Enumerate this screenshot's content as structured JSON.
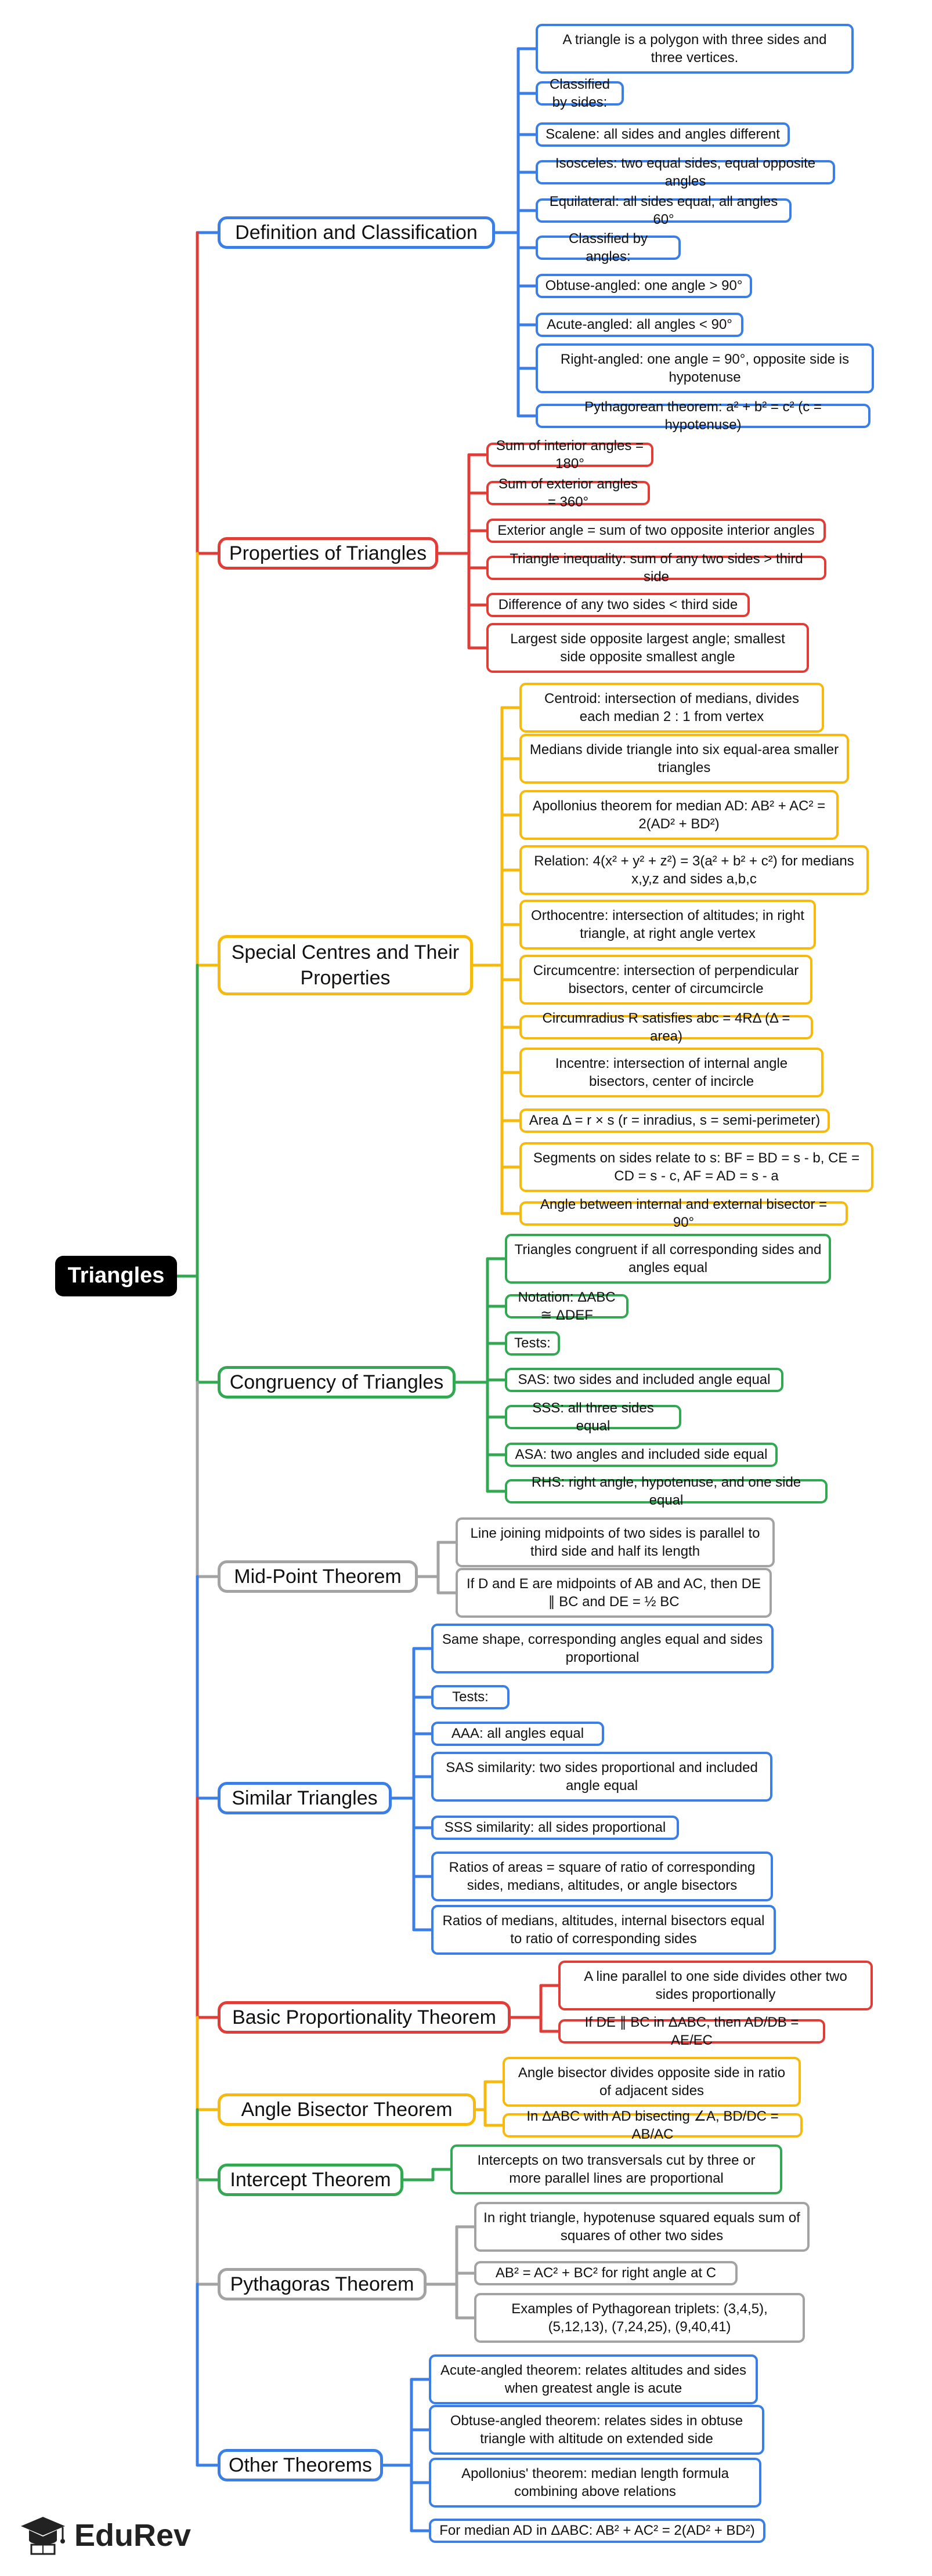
{
  "colors": {
    "blue": "#3a7ee8",
    "red": "#e23c36",
    "yellow": "#f7b90c",
    "green": "#33a852",
    "gray": "#a3a3a3"
  },
  "root": {
    "label": "Triangles"
  },
  "branches": [
    {
      "id": "definition",
      "label": "Definition and Classification",
      "color": "blue",
      "children": [
        "A triangle is a polygon with three sides and three vertices.",
        "Classified by sides:",
        "Scalene: all sides and angles different",
        "Isosceles: two equal sides, equal opposite angles",
        "Equilateral: all sides equal, all angles 60°",
        "Classified by angles:",
        "Obtuse-angled: one angle > 90°",
        "Acute-angled: all angles < 90°",
        "Right-angled: one angle = 90°, opposite side is hypotenuse",
        "Pythagorean theorem: a² + b² = c² (c = hypotenuse)"
      ]
    },
    {
      "id": "properties",
      "label": "Properties of Triangles",
      "color": "red",
      "children": [
        "Sum of interior angles = 180°",
        "Sum of exterior angles = 360°",
        "Exterior angle = sum of two opposite interior angles",
        "Triangle inequality: sum of any two sides > third side",
        "Difference of any two sides < third side",
        "Largest side opposite largest angle; smallest side opposite smallest angle"
      ]
    },
    {
      "id": "centres",
      "label": "Special Centres and Their Properties",
      "color": "yellow",
      "children": [
        "Centroid: intersection of medians, divides each median 2 : 1 from vertex",
        "Medians divide triangle into six equal-area smaller triangles",
        "Apollonius theorem for median AD: AB² + AC² = 2(AD² + BD²)",
        "Relation: 4(x² + y² + z²) = 3(a² + b² + c²) for medians x,y,z and sides a,b,c",
        "Orthocentre: intersection of altitudes; in right triangle, at right angle vertex",
        "Circumcentre: intersection of perpendicular bisectors, center of circumcircle",
        "Circumradius R satisfies abc = 4RΔ (Δ = area)",
        "Incentre: intersection of internal angle bisectors, center of incircle",
        "Area Δ = r × s (r = inradius, s = semi-perimeter)",
        "Segments on sides relate to s: BF = BD = s - b, CE = CD = s - c, AF = AD = s - a",
        "Angle between internal and external bisector = 90°"
      ]
    },
    {
      "id": "congruency",
      "label": "Congruency of Triangles",
      "color": "green",
      "children": [
        "Triangles congruent if all corresponding sides and angles equal",
        "Notation: ΔABC ≅ ΔDEF",
        "Tests:",
        "SAS: two sides and included angle equal",
        "SSS: all three sides equal",
        "ASA: two angles and included side equal",
        "RHS: right angle, hypotenuse, and one side equal"
      ]
    },
    {
      "id": "midpoint",
      "label": "Mid-Point Theorem",
      "color": "gray",
      "children": [
        "Line joining midpoints of two sides is parallel to third side and half its length",
        "If D and E are midpoints of AB and AC, then DE ∥ BC and DE = ½ BC"
      ]
    },
    {
      "id": "similar",
      "label": "Similar Triangles",
      "color": "blue",
      "children": [
        "Same shape, corresponding angles equal and sides proportional",
        "Tests:",
        "AAA: all angles equal",
        "SAS similarity: two sides proportional and included angle equal",
        "SSS similarity: all sides proportional",
        "Ratios of areas = square of ratio of corresponding sides, medians, altitudes, or angle bisectors",
        "Ratios of medians, altitudes, internal bisectors equal to ratio of corresponding sides"
      ]
    },
    {
      "id": "bpt",
      "label": "Basic Proportionality Theorem",
      "color": "red",
      "children": [
        "A line parallel to one side divides other two sides proportionally",
        "If DE ∥ BC in ΔABC, then AD/DB = AE/EC"
      ]
    },
    {
      "id": "bisector",
      "label": "Angle Bisector Theorem",
      "color": "yellow",
      "children": [
        "Angle bisector divides opposite side in ratio of adjacent sides",
        "In ΔABC with AD bisecting ∠A, BD/DC = AB/AC"
      ]
    },
    {
      "id": "intercept",
      "label": "Intercept Theorem",
      "color": "green",
      "children": [
        "Intercepts on two transversals cut by three or more parallel lines are proportional"
      ]
    },
    {
      "id": "pythagoras",
      "label": "Pythagoras Theorem",
      "color": "gray",
      "children": [
        "In right triangle, hypotenuse squared equals sum of squares of other two sides",
        "AB² = AC² + BC² for right angle at C",
        "Examples of Pythagorean triplets: (3,4,5), (5,12,13), (7,24,25), (9,40,41)"
      ]
    },
    {
      "id": "other",
      "label": "Other Theorems",
      "color": "blue",
      "children": [
        "Acute-angled theorem: relates altitudes and sides when greatest angle is acute",
        "Obtuse-angled theorem: relates sides in obtuse triangle with altitude on extended side",
        "Apollonius' theorem: median length formula combining above relations",
        "For median AD in ΔABC: AB² + AC² = 2(AD² + BD²)"
      ]
    }
  ],
  "logo": {
    "text": "EduRev",
    "icon": "graduation-cap-icon"
  }
}
